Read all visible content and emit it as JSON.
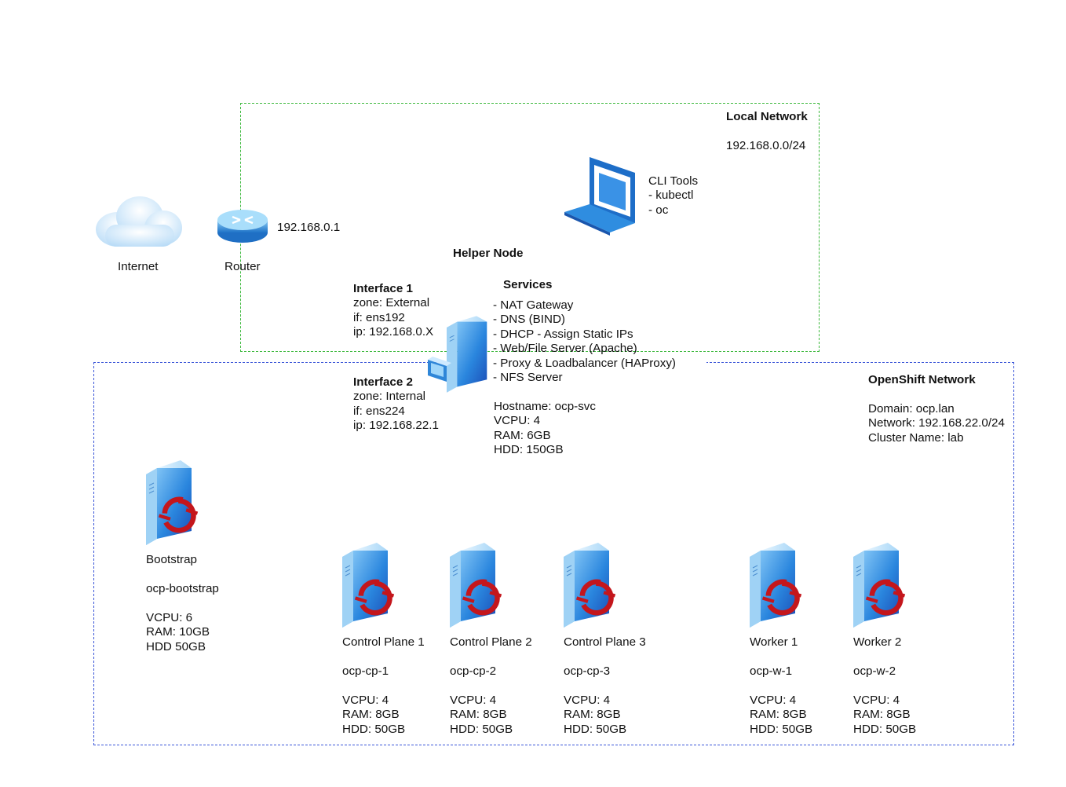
{
  "internet": {
    "label": "Internet"
  },
  "router": {
    "label": "Router",
    "ip": "192.168.0.1"
  },
  "local_network": {
    "title": "Local Network",
    "subnet": "192.168.0.0/24"
  },
  "cli": {
    "title": "CLI Tools",
    "items": [
      "- kubectl",
      "- oc"
    ]
  },
  "helper": {
    "title": "Helper Node",
    "iface1": {
      "title": "Interface 1",
      "zone": "zone: External",
      "if": "if: ens192",
      "ip": "ip: 192.168.0.X"
    },
    "iface2": {
      "title": "Interface 2",
      "zone": "zone: Internal",
      "if": "if: ens224",
      "ip": "ip: 192.168.22.1"
    },
    "services_title": "Services",
    "services": [
      "- NAT Gateway",
      "- DNS (BIND)",
      "- DHCP - Assign Static IPs",
      "- Web/File Server (Apache)",
      "- Proxy & Loadbalancer (HAProxy)",
      "- NFS Server"
    ],
    "specs": [
      "Hostname: ocp-svc",
      "VCPU: 4",
      "RAM: 6GB",
      "HDD: 150GB"
    ]
  },
  "openshift_network": {
    "title": "OpenShift Network",
    "domain": "Domain: ocp.lan",
    "network": "Network: 192.168.22.0/24",
    "cluster": "Cluster Name: lab"
  },
  "bootstrap": {
    "label": "Bootstrap",
    "hostname": "ocp-bootstrap",
    "vcpu": "VCPU: 6",
    "ram": "RAM: 10GB",
    "hdd": "HDD 50GB"
  },
  "nodes": [
    {
      "label": "Control Plane 1",
      "hostname": "ocp-cp-1",
      "vcpu": "VCPU: 4",
      "ram": "RAM: 8GB",
      "hdd": "HDD: 50GB"
    },
    {
      "label": "Control Plane 2",
      "hostname": "ocp-cp-2",
      "vcpu": "VCPU: 4",
      "ram": "RAM: 8GB",
      "hdd": "HDD: 50GB"
    },
    {
      "label": "Control Plane 3",
      "hostname": "ocp-cp-3",
      "vcpu": "VCPU: 4",
      "ram": "RAM: 8GB",
      "hdd": "HDD: 50GB"
    },
    {
      "label": "Worker 1",
      "hostname": "ocp-w-1",
      "vcpu": "VCPU: 4",
      "ram": "RAM: 8GB",
      "hdd": "HDD: 50GB"
    },
    {
      "label": "Worker 2",
      "hostname": "ocp-w-2",
      "vcpu": "VCPU: 4",
      "ram": "RAM: 8GB",
      "hdd": "HDD: 50GB"
    }
  ],
  "colors": {
    "local_border": "#3cb83c",
    "openshift_border": "#3a55d8",
    "openshift_logo": "#c4161c",
    "server_blue": "#2f8de0"
  }
}
